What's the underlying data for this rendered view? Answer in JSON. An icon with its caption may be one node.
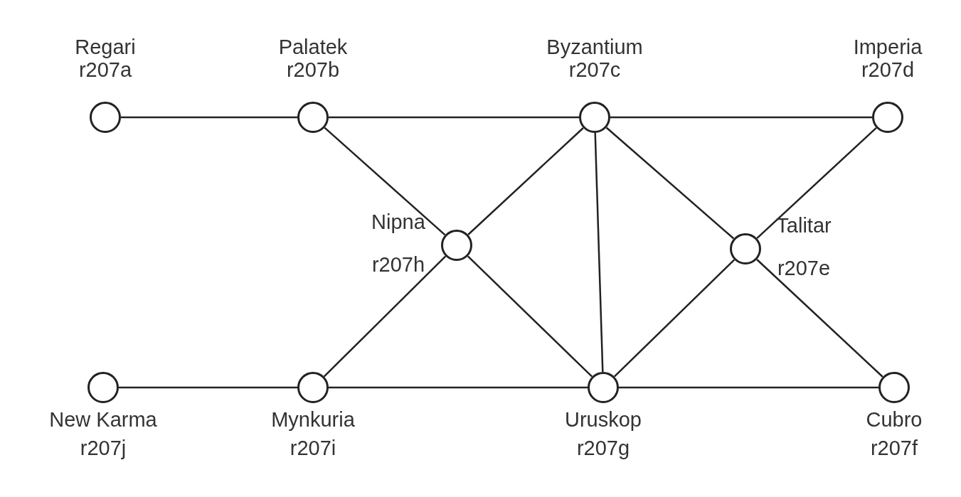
{
  "diagram": {
    "nodes": [
      {
        "text": [],
        "shape": "circle",
        "beside": [
          "Regari",
          "r207a"
        ]
      },
      {
        "text": [],
        "shape": "circle",
        "beside": [
          "Palatek",
          "r207b"
        ]
      },
      {
        "text": [],
        "shape": "circle",
        "beside": [
          "Byzantium",
          "r207c"
        ]
      },
      {
        "text": [],
        "shape": "circle",
        "beside": [
          "Imperia",
          "r207d"
        ]
      },
      {
        "text": [],
        "shape": "circle",
        "beside": [
          "Nipna",
          "r207h"
        ]
      },
      {
        "text": [],
        "shape": "circle",
        "beside": [
          "Talitar",
          "r207e"
        ]
      },
      {
        "text": [],
        "shape": "circle",
        "beside": [
          "New Karma",
          "r207j"
        ]
      },
      {
        "text": [],
        "shape": "circle",
        "beside": [
          "Mynkuria",
          "r207i"
        ]
      },
      {
        "text": [],
        "shape": "circle",
        "beside": [
          "Uruskop",
          "r207g"
        ]
      },
      {
        "text": [],
        "shape": "circle",
        "beside": [
          "Cubro",
          "r207f"
        ]
      }
    ],
    "edges": [
      {
        "from": 0,
        "to": 1,
        "arrow": "none"
      },
      {
        "from": 1,
        "to": 2,
        "arrow": "none"
      },
      {
        "from": 2,
        "to": 3,
        "arrow": "none"
      },
      {
        "from": 1,
        "to": 4,
        "arrow": "none"
      },
      {
        "from": 4,
        "to": 2,
        "arrow": "none"
      },
      {
        "from": 2,
        "to": 8,
        "arrow": "none"
      },
      {
        "from": 2,
        "to": 5,
        "arrow": "none"
      },
      {
        "from": 3,
        "to": 5,
        "arrow": "none"
      },
      {
        "from": 4,
        "to": 8,
        "arrow": "none"
      },
      {
        "from": 7,
        "to": 4,
        "arrow": "none"
      },
      {
        "from": 5,
        "to": 8,
        "arrow": "none"
      },
      {
        "from": 5,
        "to": 9,
        "arrow": "none"
      },
      {
        "from": 6,
        "to": 7,
        "arrow": "none"
      },
      {
        "from": 7,
        "to": 8,
        "arrow": "none"
      },
      {
        "from": 8,
        "to": 9,
        "arrow": "none"
      }
    ]
  }
}
